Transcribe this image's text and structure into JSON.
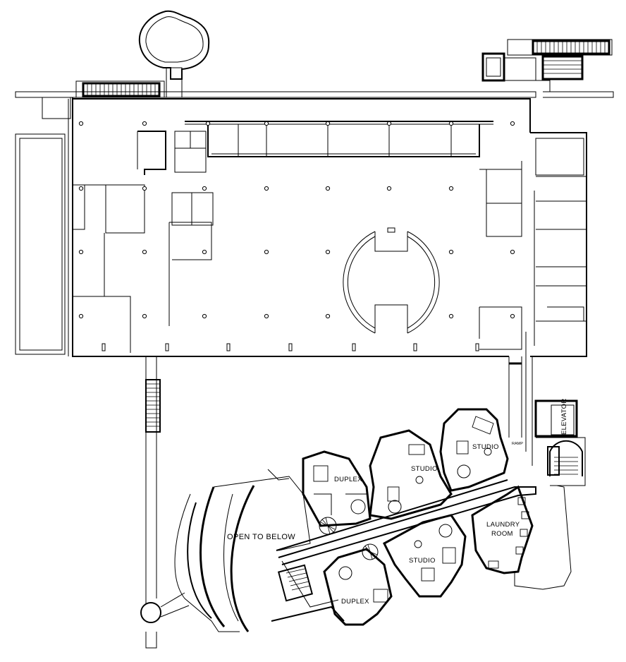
{
  "labels": {
    "open_to_below": "OPEN TO BELOW",
    "duplex_upper": "DUPLEX",
    "duplex_lower": "DUPLEX",
    "studio_upper_center": "STUDIO",
    "studio_upper_right": "STUDIO",
    "studio_lower": "STUDIO",
    "laundry_line1": "LAUNDRY",
    "laundry_line2": "ROOM",
    "elevator": "ELEVATOR",
    "ramp": "RAMP"
  }
}
